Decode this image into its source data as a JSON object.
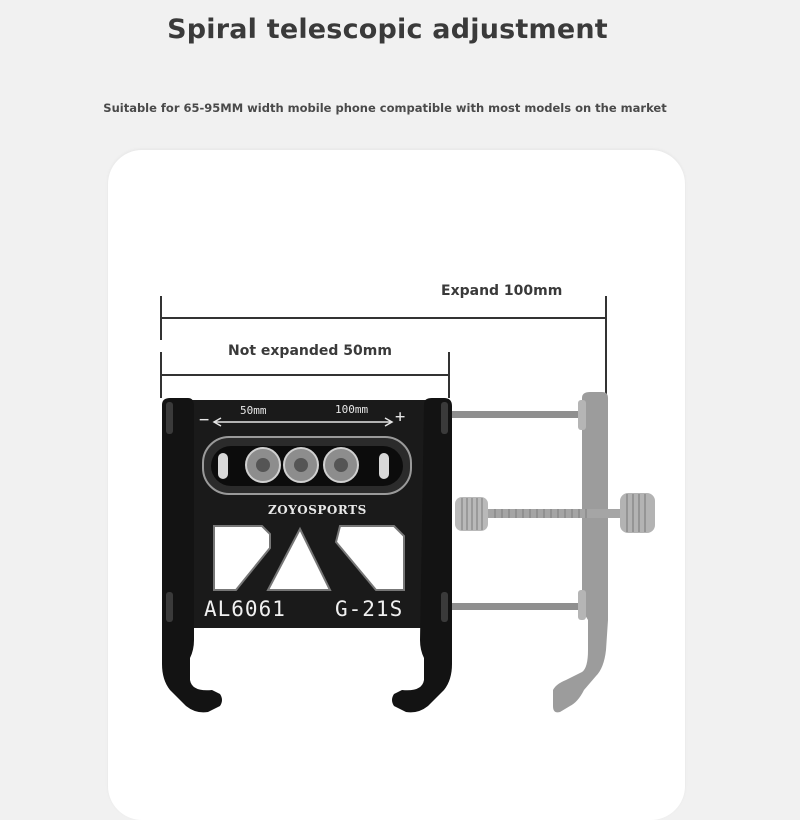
{
  "header": {
    "title": "Spiral telescopic adjustment",
    "subtitle": "Suitable for 65-95MM width mobile phone compatible with most models on the market"
  },
  "dimensions": {
    "expand_label": "Expand 100mm",
    "not_expanded_label": "Not expanded 50mm"
  },
  "product": {
    "scale_left": "50mm",
    "scale_right": "100mm",
    "minus_sign": "−",
    "plus_sign": "+",
    "brand": "ZOYOSPORTS",
    "model_left": "AL6061",
    "model_right": "G-21S"
  },
  "colors": {
    "background": "#f1f1f1",
    "card": "#ffffff",
    "bracket": "#111111",
    "ghost_bracket": "#9a9a9a"
  }
}
